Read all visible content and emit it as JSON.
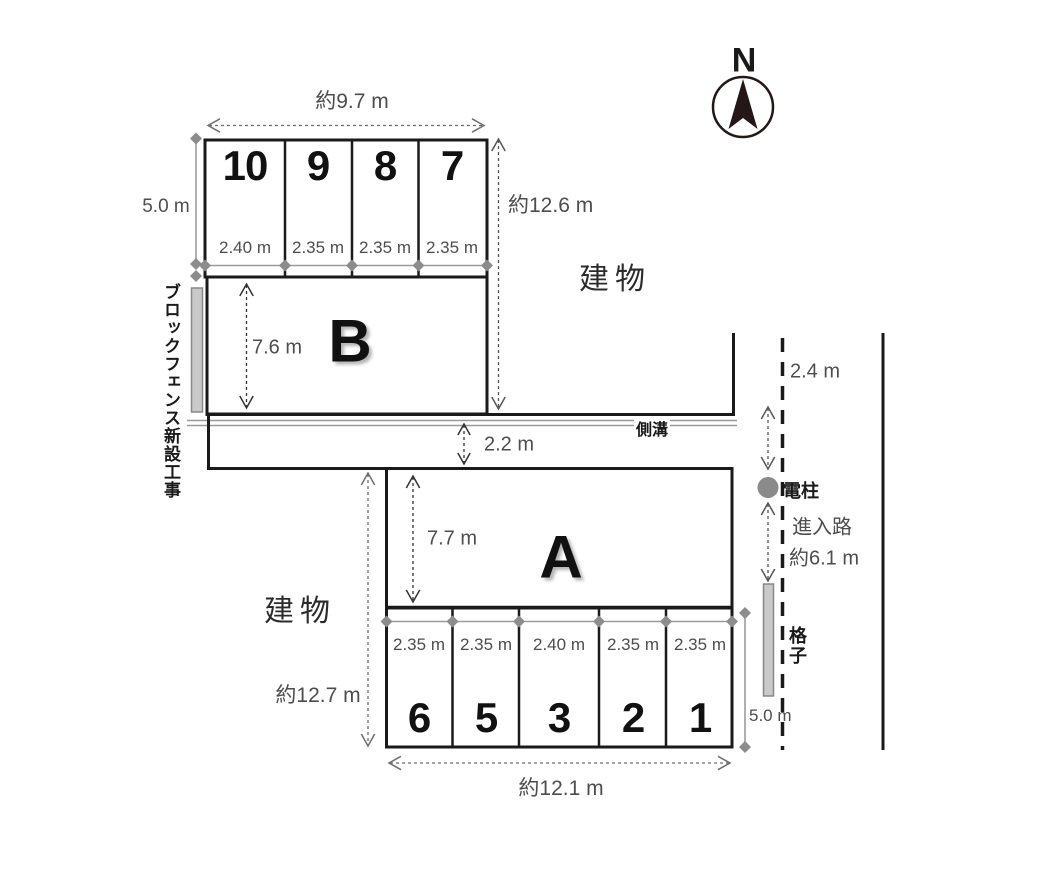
{
  "compass": {
    "north_label": "N"
  },
  "blocks": {
    "b_label": "B",
    "a_label": "A",
    "building_upper": "建物",
    "building_lower": "建物"
  },
  "top_row": {
    "spaces": [
      {
        "number": "10",
        "width": "2.40 m"
      },
      {
        "number": "9",
        "width": "2.35 m"
      },
      {
        "number": "8",
        "width": "2.35 m"
      },
      {
        "number": "7",
        "width": "2.35 m"
      }
    ]
  },
  "bottom_row": {
    "spaces": [
      {
        "number": "6",
        "width": "2.35 m"
      },
      {
        "number": "5",
        "width": "2.35 m"
      },
      {
        "number": "3",
        "width": "2.40 m"
      },
      {
        "number": "2",
        "width": "2.35 m"
      },
      {
        "number": "1",
        "width": "2.35 m"
      }
    ]
  },
  "dimensions": {
    "top_width": "約9.7 m",
    "upper_left_height": "5.0 m",
    "upper_right_height": "約12.6 m",
    "b_depth": "7.6 m",
    "road_width": "2.2 m",
    "a_depth": "7.7 m",
    "lower_left_height": "約12.7 m",
    "bottom_width": "約12.1 m",
    "boundary_offset": "2.4 m",
    "approach_length": "約6.1 m",
    "lower_right_height": "5.0 m"
  },
  "annotations": {
    "fence_note": "ブロックフェンス新設工事",
    "gutter": "側溝",
    "utility_pole": "電柱",
    "approach_road": "進入路",
    "lattice": "格子"
  },
  "colors": {
    "line_black": "#1a1a1a",
    "survey_gray": "#8c8c8c",
    "bar_fill": "#c9c9c9",
    "dim_text": "#4d4d4d"
  }
}
